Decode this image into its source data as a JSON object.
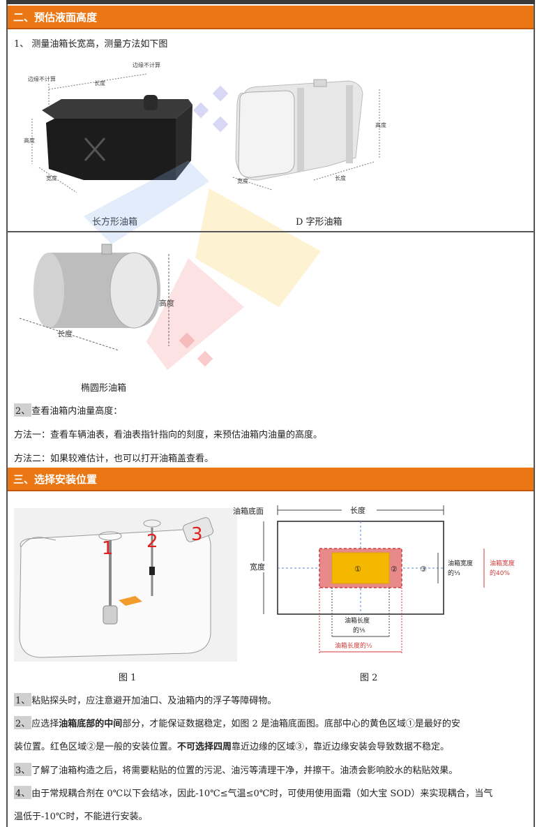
{
  "section2": {
    "title": "二、预估液面高度",
    "step1": "1、 测量油箱长宽高，测量方法如下图",
    "rect_tank": {
      "caption": "长方形油箱",
      "dim_top_left": "边缘不计算",
      "dim_top_right": "边缘不计算",
      "dim_length": "长度",
      "dim_height": "高度",
      "dim_width": "宽度"
    },
    "d_tank": {
      "caption": "D 字形油箱",
      "dim_height": "高度",
      "dim_width": "宽度",
      "dim_length": "长度"
    },
    "oval_tank": {
      "caption": "椭圆形油箱",
      "dim_height": "高度",
      "dim_length": "长度"
    },
    "step2_num": "2、",
    "step2_text": "查看油箱内油量高度：",
    "method1": "方法一：查看车辆油表，看油表指针指向的刻度，来预估油箱内油量的高度。",
    "method2": "方法二：如果较难估计，也可以打开油箱盖查看。"
  },
  "section3": {
    "title": "三、选择安装位置",
    "fig1": {
      "caption": "图 1",
      "label1": "1",
      "label2": "2",
      "label3": "3"
    },
    "fig2": {
      "caption": "图 2",
      "bottom_label": "油箱底面",
      "length": "长度",
      "width": "宽度",
      "zone1": "①",
      "zone2": "②",
      "zone3": "③",
      "width_third_line1": "油箱宽度",
      "width_third_line2": "的⅓",
      "width_40_line1": "油箱宽度",
      "width_40_line2": "的40%",
      "length_fifth_line1": "油箱长度",
      "length_fifth_line2": "的⅕",
      "length_half": "油箱长度的½"
    },
    "p1_num": "1、",
    "p1_text": "粘贴探头时，应注意避开加油口、及油箱内的浮子等障碍物。",
    "p2_num": "2、",
    "p2_a": "应选择",
    "p2_b": "油箱底部的中间",
    "p2_c": "部分，才能保证数据稳定，如图 2 是油箱底面图。底部中心的黄色区域①是最好的安",
    "p2_d": "装位置。红色区域②是一般的安装位置。",
    "p2_e": "不可选择四周",
    "p2_f": "靠近边缘的区域③，靠近边缘安装会导致数据不稳定。",
    "p3_num": "3、",
    "p3_text": "了解了油箱构造之后，将需要粘贴的位置的污泥、油污等清理干净，并擦干。油渍会影响胶水的粘贴效果。",
    "p4_num": "4、",
    "p4_a": "由于常规耦合剂在 0℃以下会结冰，因此-10℃≤气温≤0℃时，可使用使用面霜（如大宝 SOD）来实现耦合，当气",
    "p4_b": "温低于-10℃时，不能进行安装。"
  },
  "colors": {
    "header": "#ea7614",
    "zone1": "#f5b800",
    "zone2": "#e98a8a",
    "label_red": "#e02020"
  }
}
